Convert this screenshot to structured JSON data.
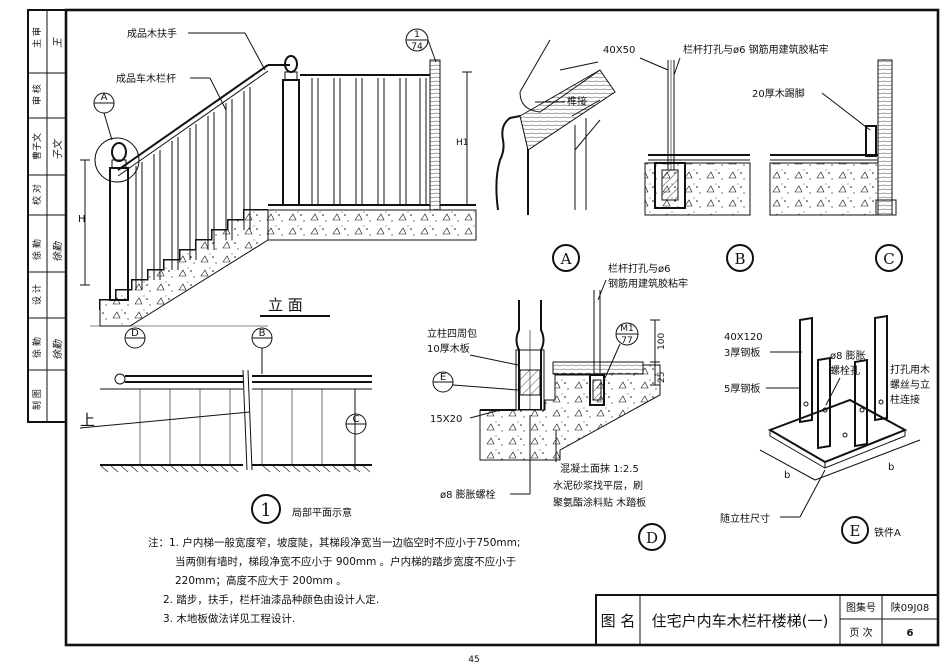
{
  "title_block": {
    "label": "图 名",
    "drawing_title": "住宅户内车木栏杆楼梯(一)",
    "atlas_label": "图集号",
    "atlas_number": "陕09J08",
    "page_label": "页 次",
    "page_number": "6"
  },
  "left_strip": {
    "rows": [
      {
        "role": "主 审",
        "signature": "王"
      },
      {
        "role": "审 核",
        "signature": ""
      },
      {
        "role": "曹子文",
        "signature": "子文"
      },
      {
        "role": "校 对",
        "signature": ""
      },
      {
        "role": "徐 勤",
        "signature": "徐勤"
      },
      {
        "role": "设 计",
        "signature": ""
      },
      {
        "role": "徐 勤",
        "signature": "徐勤"
      },
      {
        "role": "制 图",
        "signature": ""
      }
    ]
  },
  "elevation": {
    "handrail_label": "成品木扶手",
    "baluster_label": "成品车木栏杆",
    "detail_ref_a": "A",
    "detail_ref_d": "D",
    "height_label": "H",
    "height_label_2": "H1",
    "section_ref_num": "1",
    "section_ref_den": "74",
    "caption": "立  面"
  },
  "plan": {
    "up_label": "上",
    "detail_ref_b": "B",
    "detail_ref_c": "C",
    "caption_number": "1",
    "caption": "局部平面示意"
  },
  "detail_a": {
    "label": "A",
    "joint_label": "榫接"
  },
  "detail_b": {
    "label": "B",
    "size_label": "40X50",
    "note": "栏杆打孔与ø6 钢筋用建筑胶粘牢"
  },
  "detail_c": {
    "label": "C",
    "note": "20厚木踢脚"
  },
  "detail_d": {
    "label": "D",
    "post_note_1": "立柱四周包",
    "post_note_2": "10厚木板",
    "note_top_1": "栏杆打孔与ø6",
    "note_top_2": "钢筋用建筑胶粘牢",
    "ref_m_num": "M1",
    "ref_m_den": "77",
    "ref_e": "E",
    "size_15x20": "15X20",
    "dim_100": "100",
    "dim_25": "25",
    "bolt": "ø8 膨胀螺栓",
    "finish_1": "混凝土面抹 1:2.5",
    "finish_2": "水泥砂浆找平层，刷",
    "finish_3": "聚氨酯涂料贴 木踏板"
  },
  "detail_e": {
    "label": "E",
    "caption": "铁件A",
    "plate_40x120": "40X120",
    "plate_3mm": "3厚钢板",
    "plate_5mm": "5厚钢板",
    "bolt_1": "ø8 膨胀",
    "bolt_2": "螺栓孔",
    "screw_1": "打孔用木",
    "screw_2": "螺丝与立",
    "screw_3": "柱连接",
    "dim_b1": "b",
    "dim_b2": "b",
    "post_size": "随立柱尺寸"
  },
  "notes": [
    "注：1. 户内梯一般宽度窄，坡度陡，其梯段净宽当一边临空时不应小于750mm;",
    "当两侧有墙时，梯段净宽不应小于 900mm 。户内梯的踏步宽度不应小于",
    "220mm；高度不应大于 200mm 。",
    "2. 踏步，扶手，栏杆油漆品种颜色由设计人定.",
    "3. 木地板做法详见工程设计."
  ],
  "page_footer": "45"
}
